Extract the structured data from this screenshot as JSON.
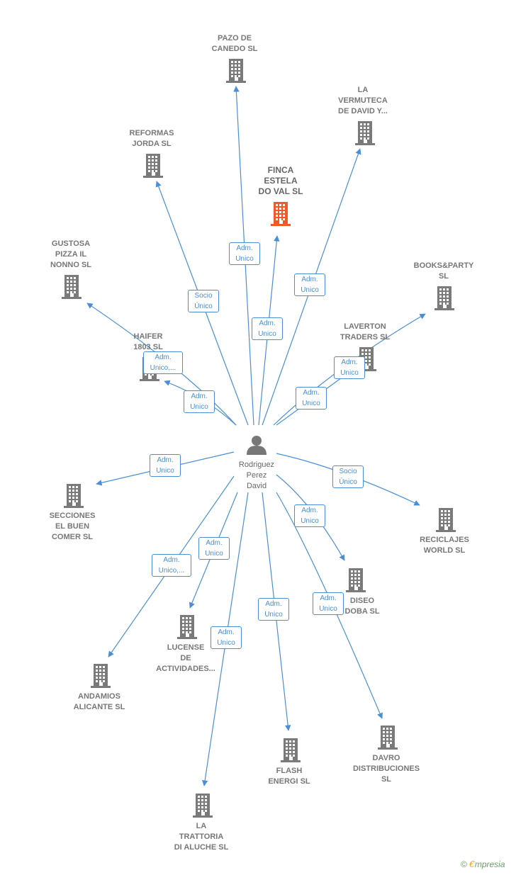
{
  "center": {
    "name": "Rodriguez\nPerez\nDavid"
  },
  "colors": {
    "edge": "#4a8fd6",
    "building": "#7a7a7a",
    "highlight": "#f05a28"
  },
  "companies": [
    {
      "id": "pazo",
      "name": "PAZO DE\nCANEDO  SL"
    },
    {
      "id": "vermuteca",
      "name": "LA\nVERMUTECA\nDE DAVID Y..."
    },
    {
      "id": "reformas",
      "name": "REFORMAS\nJORDA SL"
    },
    {
      "id": "finca",
      "name": "FINCA\nESTELA\nDO VAL  SL",
      "highlight": true
    },
    {
      "id": "gustosa",
      "name": "GUSTOSA\nPIZZA IL\nNONNO  SL"
    },
    {
      "id": "books",
      "name": "BOOKS&PARTY\nSL"
    },
    {
      "id": "haifer",
      "name": "HAIFER\n1803 SL"
    },
    {
      "id": "laverton",
      "name": "LAVERTON\nTRADERS SL"
    },
    {
      "id": "secciones",
      "name": "SECCIONES\nEL BUEN\nCOMER  SL"
    },
    {
      "id": "reciclajes",
      "name": "RECICLAJES\nWORLD  SL"
    },
    {
      "id": "diseo",
      "name": "DISEO\nDOBA  SL"
    },
    {
      "id": "lucense",
      "name": "LUCENSE\nDE\nACTIVIDADES..."
    },
    {
      "id": "andamios",
      "name": "ANDAMIOS\nALICANTE  SL"
    },
    {
      "id": "flash",
      "name": "FLASH\nENERGI  SL"
    },
    {
      "id": "davro",
      "name": "DAVRO\nDISTRIBUCIONES\nSL"
    },
    {
      "id": "trattoria",
      "name": "LA\nTRATTORIA\nDI ALUCHE  SL"
    }
  ],
  "relations": [
    {
      "to": "pazo",
      "label": "Adm.\nUnico"
    },
    {
      "to": "vermuteca",
      "label": "Adm.\nUnico"
    },
    {
      "to": "reformas",
      "label": "Socio\nÚnico"
    },
    {
      "to": "finca",
      "label": "Adm.\nUnico"
    },
    {
      "to": "gustosa",
      "label": "Adm.\nUnico,..."
    },
    {
      "to": "haifer",
      "label": "Adm.\nUnico"
    },
    {
      "to": "books",
      "label": "Adm.\nUnico"
    },
    {
      "to": "laverton",
      "label": "Adm.\nUnico"
    },
    {
      "to": "secciones",
      "label": "Adm.\nUnico"
    },
    {
      "to": "reciclajes",
      "label": "Socio\nÚnico"
    },
    {
      "to": "diseo",
      "label": "Adm.\nUnico"
    },
    {
      "to": "andamios",
      "label": "Adm.\nUnico,..."
    },
    {
      "to": "lucense",
      "label": "Adm.\nUnico"
    },
    {
      "to": "flash",
      "label": "Adm.\nUnico"
    },
    {
      "to": "trattoria",
      "label": "Adm.\nUnico"
    },
    {
      "to": "davro",
      "label": "Adm.\nUnico"
    }
  ],
  "brand": {
    "copyright": "©",
    "first": "€",
    "rest": "mpresia"
  }
}
